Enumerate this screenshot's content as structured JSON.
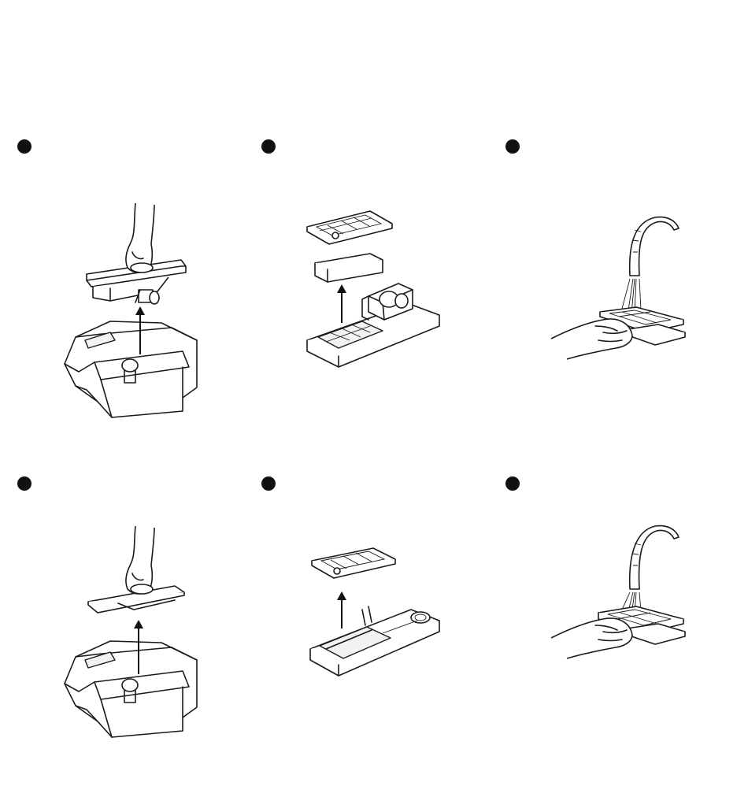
{
  "colors": {
    "ink": "#1a1a1a",
    "background": "#ffffff",
    "step_dot": "#111111"
  },
  "steps": [
    {
      "icon": "lift-lid-from-tank-icon",
      "marker": "step-dot"
    },
    {
      "icon": "remove-filter-sponge-icon",
      "marker": "step-dot"
    },
    {
      "icon": "rinse-filter-under-tap-icon",
      "marker": "step-dot"
    },
    {
      "icon": "lift-lid-from-tank-icon",
      "marker": "step-dot"
    },
    {
      "icon": "remove-filter-from-tray-icon",
      "marker": "step-dot"
    },
    {
      "icon": "rinse-filter-under-tap-icon",
      "marker": "step-dot"
    }
  ]
}
